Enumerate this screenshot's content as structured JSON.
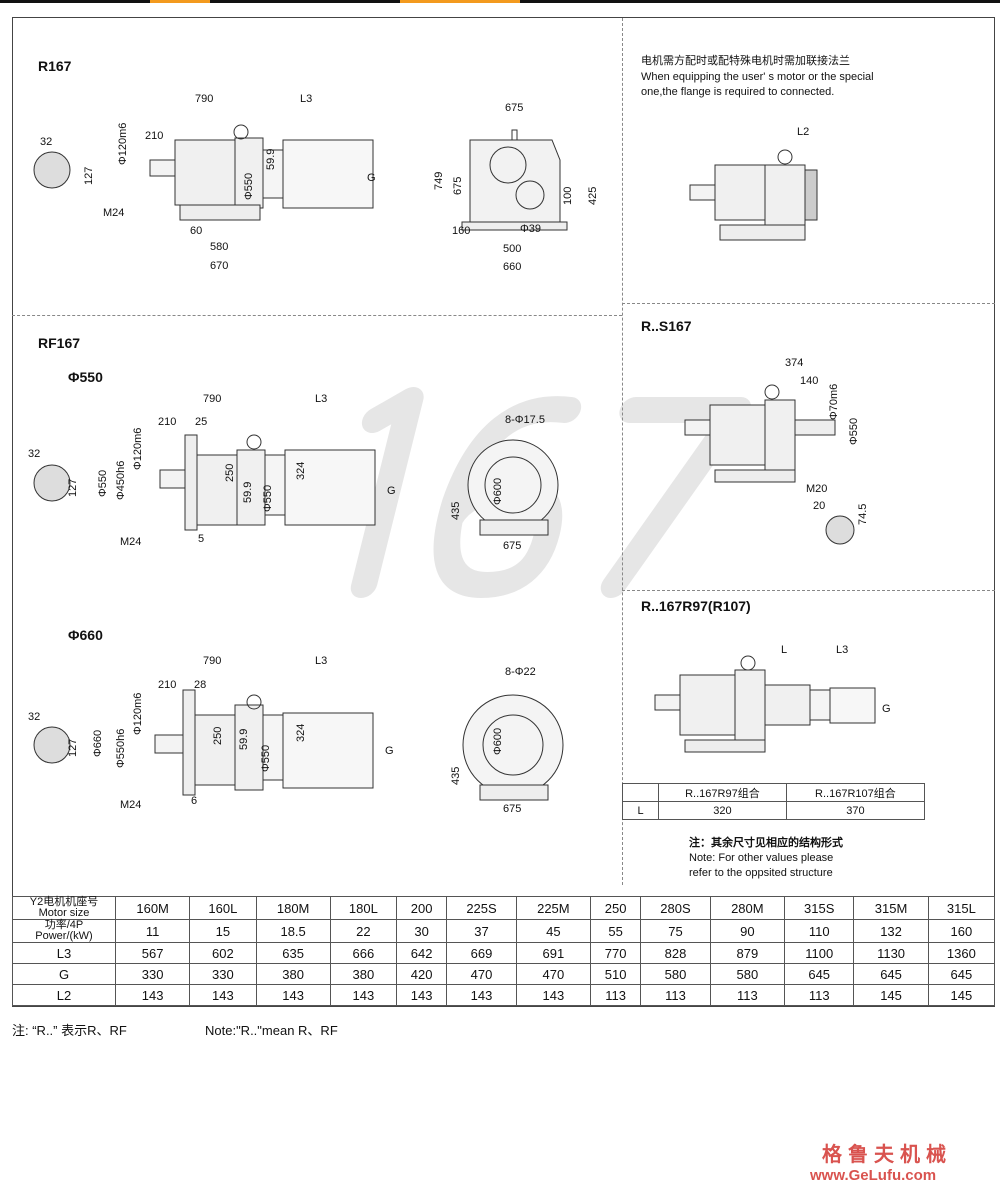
{
  "colors": {
    "accent": "#f39a1e",
    "logo": "#d9534f",
    "watermark": "#e6e6e6"
  },
  "watermark": "167",
  "r167": {
    "title": "R167",
    "dims": [
      "790",
      "L3",
      "210",
      "Φ120m6",
      "32",
      "127",
      "Φ550",
      "59.9",
      "G",
      "M24",
      "60",
      "580",
      "670"
    ],
    "side_dims": [
      "675",
      "749",
      "675",
      "100",
      "425",
      "160",
      "Φ39",
      "500",
      "660"
    ]
  },
  "flange_note": {
    "cn": "电机需方配时或配特殊电机时需加联接法兰",
    "en1": "When equipping the user' s motor or the special",
    "en2": "one,the flange is required to connected.",
    "dim": "L2"
  },
  "rf167": {
    "title": "RF167",
    "v550": {
      "label": "Φ550",
      "dims": [
        "790",
        "L3",
        "210",
        "25",
        "Φ120m6",
        "32",
        "127",
        "Φ550",
        "Φ450h6",
        "250",
        "59.9",
        "324",
        "Φ550",
        "G",
        "M24",
        "5"
      ],
      "front_dims": [
        "8-Φ17.5",
        "Φ600",
        "435",
        "675"
      ]
    },
    "v660": {
      "label": "Φ660",
      "dims": [
        "790",
        "L3",
        "210",
        "28",
        "Φ120m6",
        "32",
        "127",
        "Φ660",
        "Φ550h6",
        "250",
        "59.9",
        "324",
        "Φ550",
        "G",
        "M24",
        "6"
      ],
      "front_dims": [
        "8-Φ22",
        "Φ600",
        "435",
        "675"
      ]
    }
  },
  "rs167": {
    "title": "R..S167",
    "dims": [
      "374",
      "140",
      "Φ70m6",
      "Φ550",
      "M20",
      "20",
      "74.5"
    ]
  },
  "r167r97": {
    "title": "R..167R97(R107)",
    "dims": [
      "L",
      "L3",
      "G"
    ],
    "table": {
      "headers": [
        "",
        "R..167R97组合",
        "R..167R107组合"
      ],
      "row": [
        "L",
        "320",
        "370"
      ]
    },
    "note_cn": "注：其余尺寸见相应的结构形式",
    "note_en1": "Note: For other values please",
    "note_en2": "refer to the oppsited structure"
  },
  "spec_table": {
    "rows": [
      {
        "header": [
          "Y2电机机座号",
          "Motor size"
        ],
        "values": [
          "160M",
          "160L",
          "180M",
          "180L",
          "200",
          "225S",
          "225M",
          "250",
          "280S",
          "280M",
          "315S",
          "315M",
          "315L"
        ]
      },
      {
        "header": [
          "功率/4P",
          "Power/(kW)"
        ],
        "values": [
          "11",
          "15",
          "18.5",
          "22",
          "30",
          "37",
          "45",
          "55",
          "75",
          "90",
          "110",
          "132",
          "160"
        ]
      },
      {
        "header": [
          "L3"
        ],
        "values": [
          "567",
          "602",
          "635",
          "666",
          "642",
          "669",
          "691",
          "770",
          "828",
          "879",
          "1100",
          "1130",
          "1360"
        ]
      },
      {
        "header": [
          "G"
        ],
        "values": [
          "330",
          "330",
          "380",
          "380",
          "420",
          "470",
          "470",
          "510",
          "580",
          "580",
          "645",
          "645",
          "645"
        ]
      },
      {
        "header": [
          "L2"
        ],
        "values": [
          "143",
          "143",
          "143",
          "143",
          "143",
          "143",
          "143",
          "113",
          "113",
          "113",
          "113",
          "145",
          "145"
        ]
      }
    ]
  },
  "footnote": {
    "cn": "注: “R..” 表示R、RF",
    "en": "Note:\"R..\"mean R、RF"
  },
  "logo": {
    "cn": "格鲁夫机械",
    "en": "www.GeLufu.com"
  }
}
